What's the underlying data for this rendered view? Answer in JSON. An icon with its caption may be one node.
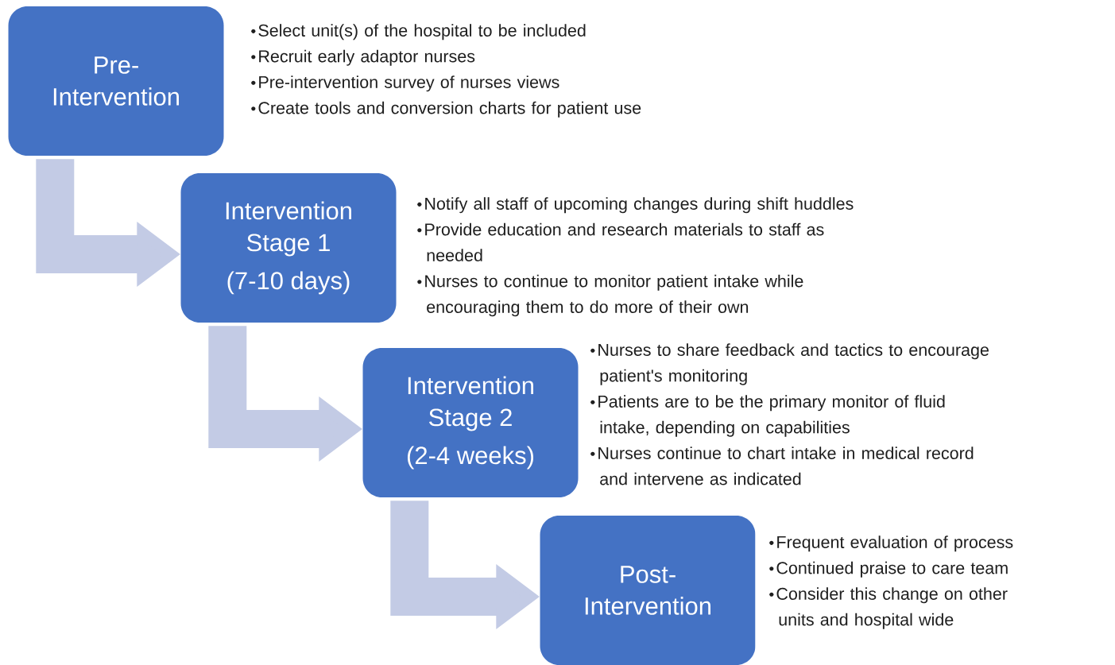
{
  "diagram": {
    "nodes": [
      {
        "text": [
          "Pre- Intervention"
        ],
        "beside": [
          "Select unit(s) of the hospital to be included",
          "Recruit early adaptor nurses",
          "Pre-intervention survey of nurses views",
          "Create tools and conversion charts for patient use"
        ]
      },
      {
        "text": [
          "Intervention Stage 1",
          "(7-10 days)"
        ],
        "beside": [
          "Notify all staff of upcoming changes during shift huddles",
          "Provide education and research materials to staff as needed",
          "Nurses to continue to monitor patient intake while encouraging them to do more of their own"
        ]
      },
      {
        "text": [
          "Intervention Stage 2",
          "(2-4 weeks)"
        ],
        "beside": [
          "Nurses to share feedback and tactics to encourage patient's monitoring",
          "Patients are to be the primary monitor of fluid intake, depending on capabilities",
          "Nurses continue to chart intake in medical record and intervene as indicated"
        ]
      },
      {
        "text": [
          "Post- Intervention"
        ],
        "beside": [
          "Frequent evaluation of process",
          "Continued praise to care team",
          "Consider this change on other units and hospital wide"
        ]
      }
    ],
    "edges": [
      {
        "from": 0,
        "to": 1,
        "arrow": "to"
      },
      {
        "from": 1,
        "to": 2,
        "arrow": "to"
      },
      {
        "from": 2,
        "to": 3,
        "arrow": "to"
      }
    ]
  }
}
